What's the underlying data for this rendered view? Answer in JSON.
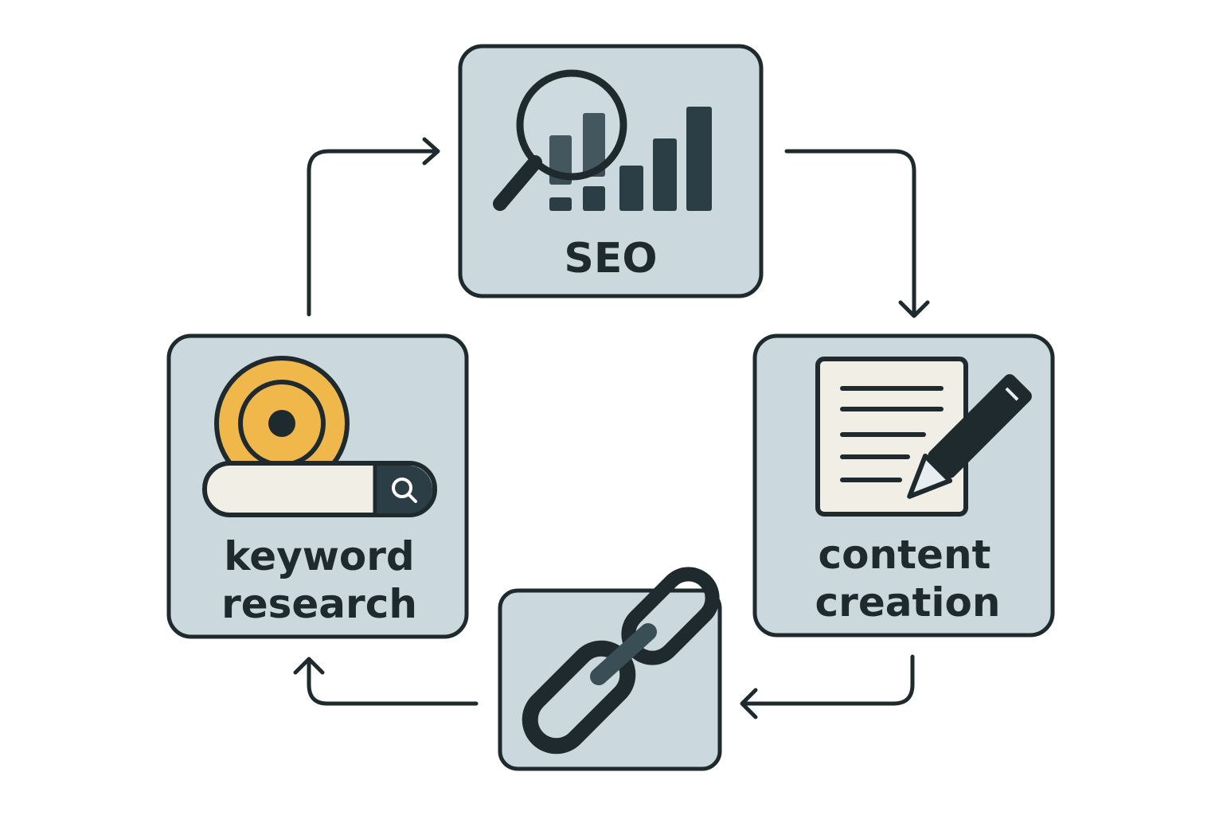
{
  "nodes": {
    "seo": {
      "label": "SEO"
    },
    "content": {
      "line1": "content",
      "line2": "creation"
    },
    "links": {},
    "keyword": {
      "line1": "keyword",
      "line2": "research"
    }
  },
  "icons": {
    "seo": "magnifier-bar-chart-icon",
    "content": "document-pencil-icon",
    "links": "chain-link-icon",
    "keyword": "target-search-bar-icon"
  },
  "colors": {
    "box_fill": "#cbd9df",
    "stroke": "#1f2a2e",
    "bars": "#2c3e45",
    "target_orange": "#f0b84a",
    "paper": "#f1eee6"
  }
}
